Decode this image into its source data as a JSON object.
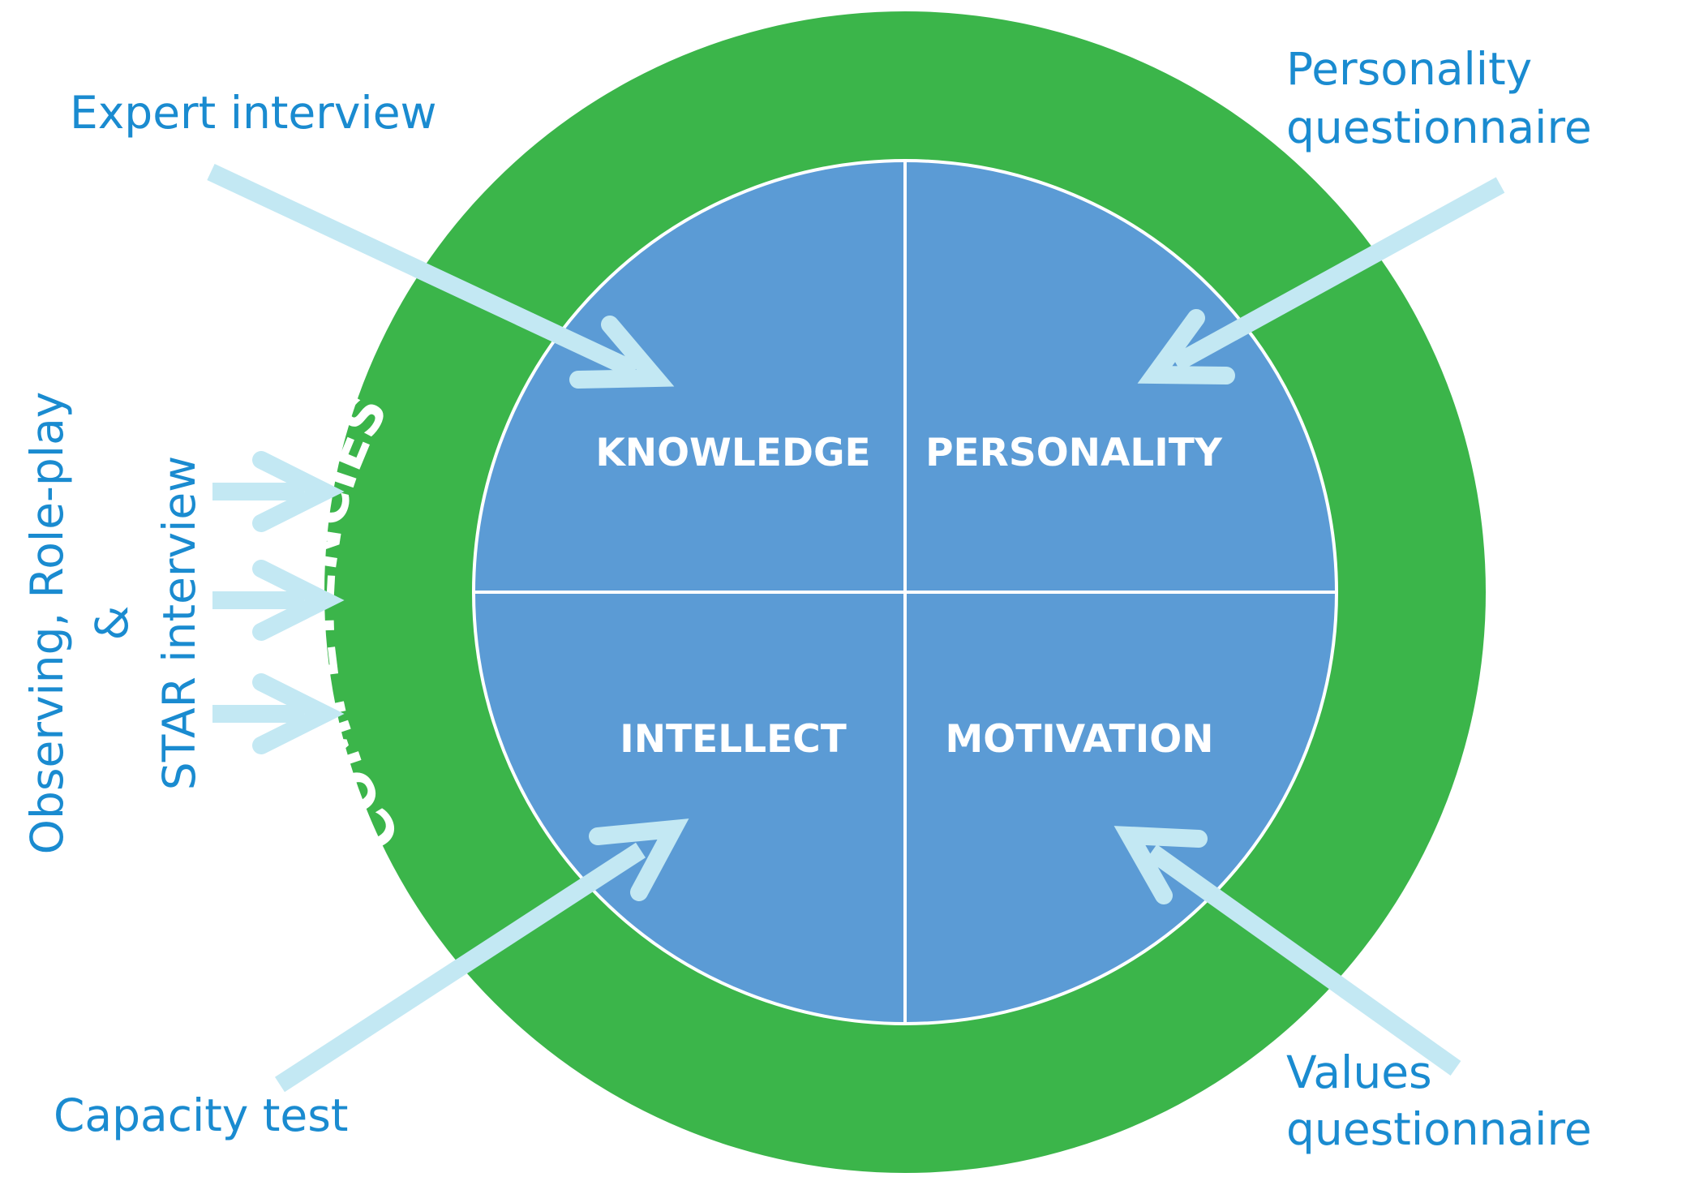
{
  "colors": {
    "outer_ring": "#3bb54a",
    "inner_circle": "#5b9bd5",
    "divider": "#ffffff",
    "arrow": "#c3e8f3",
    "label_text": "#1a8bd0",
    "quadrant_text": "#ffffff"
  },
  "ring_label": "COMPETENCIES",
  "quadrants": {
    "knowledge": "KNOWLEDGE",
    "personality": "PERSONALITY",
    "intellect": "INTELLECT",
    "motivation": "MOTIVATION"
  },
  "methods": {
    "expert_interview": "Expert interview",
    "personality_q_line1": "Personality",
    "personality_q_line2": "questionnaire",
    "capacity_test": "Capacity test",
    "values_q_line1": "Values",
    "values_q_line2": "questionnaire",
    "observing_line1": "Observing, Role-play",
    "observing_line2": "&",
    "observing_line3": "STAR interview"
  }
}
